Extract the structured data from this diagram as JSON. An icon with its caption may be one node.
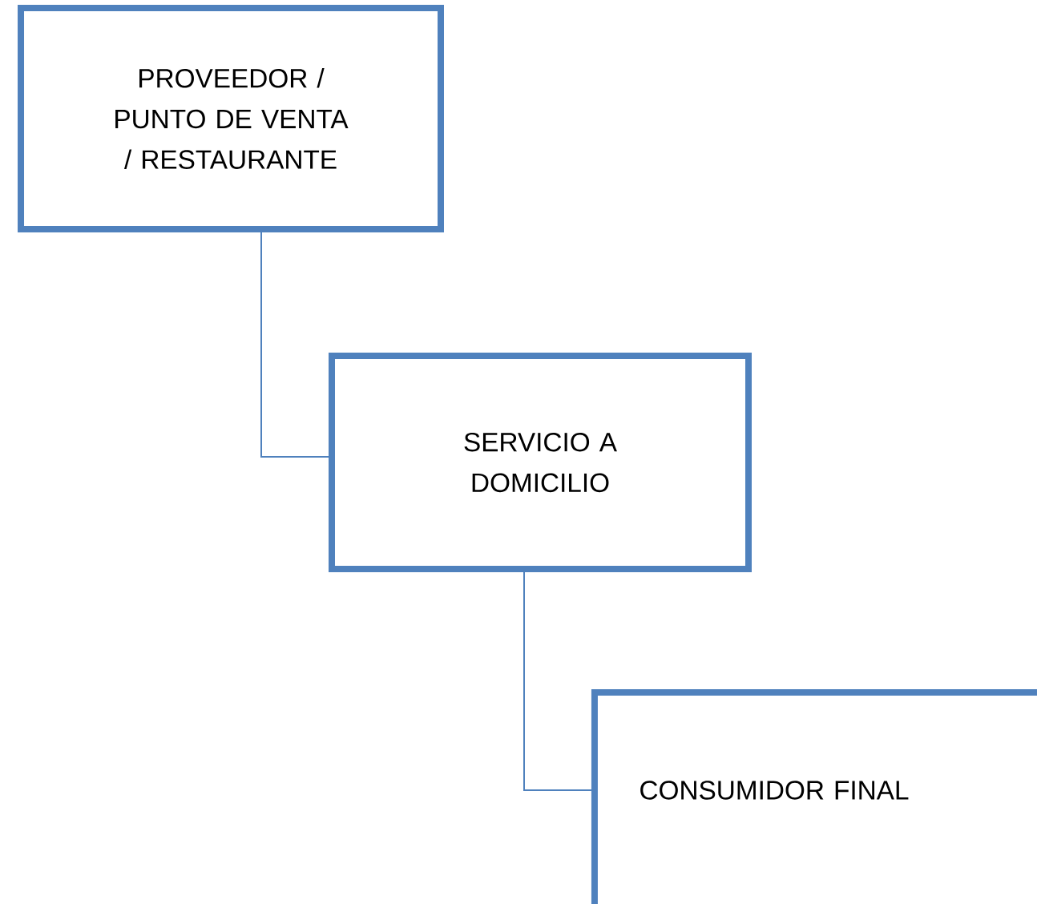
{
  "diagram": {
    "nodes": [
      {
        "text": [
          "PROVEEDOR / PUNTO DE VENTA / RESTAURANTE"
        ]
      },
      {
        "text": [
          "SERVICIO A DOMICILIO"
        ]
      },
      {
        "text": [
          "CONSUMIDOR FINAL"
        ]
      }
    ],
    "edges": [
      {
        "from": 0,
        "to": 1,
        "arrow": "none"
      },
      {
        "from": 1,
        "to": 2,
        "arrow": "none"
      }
    ]
  }
}
